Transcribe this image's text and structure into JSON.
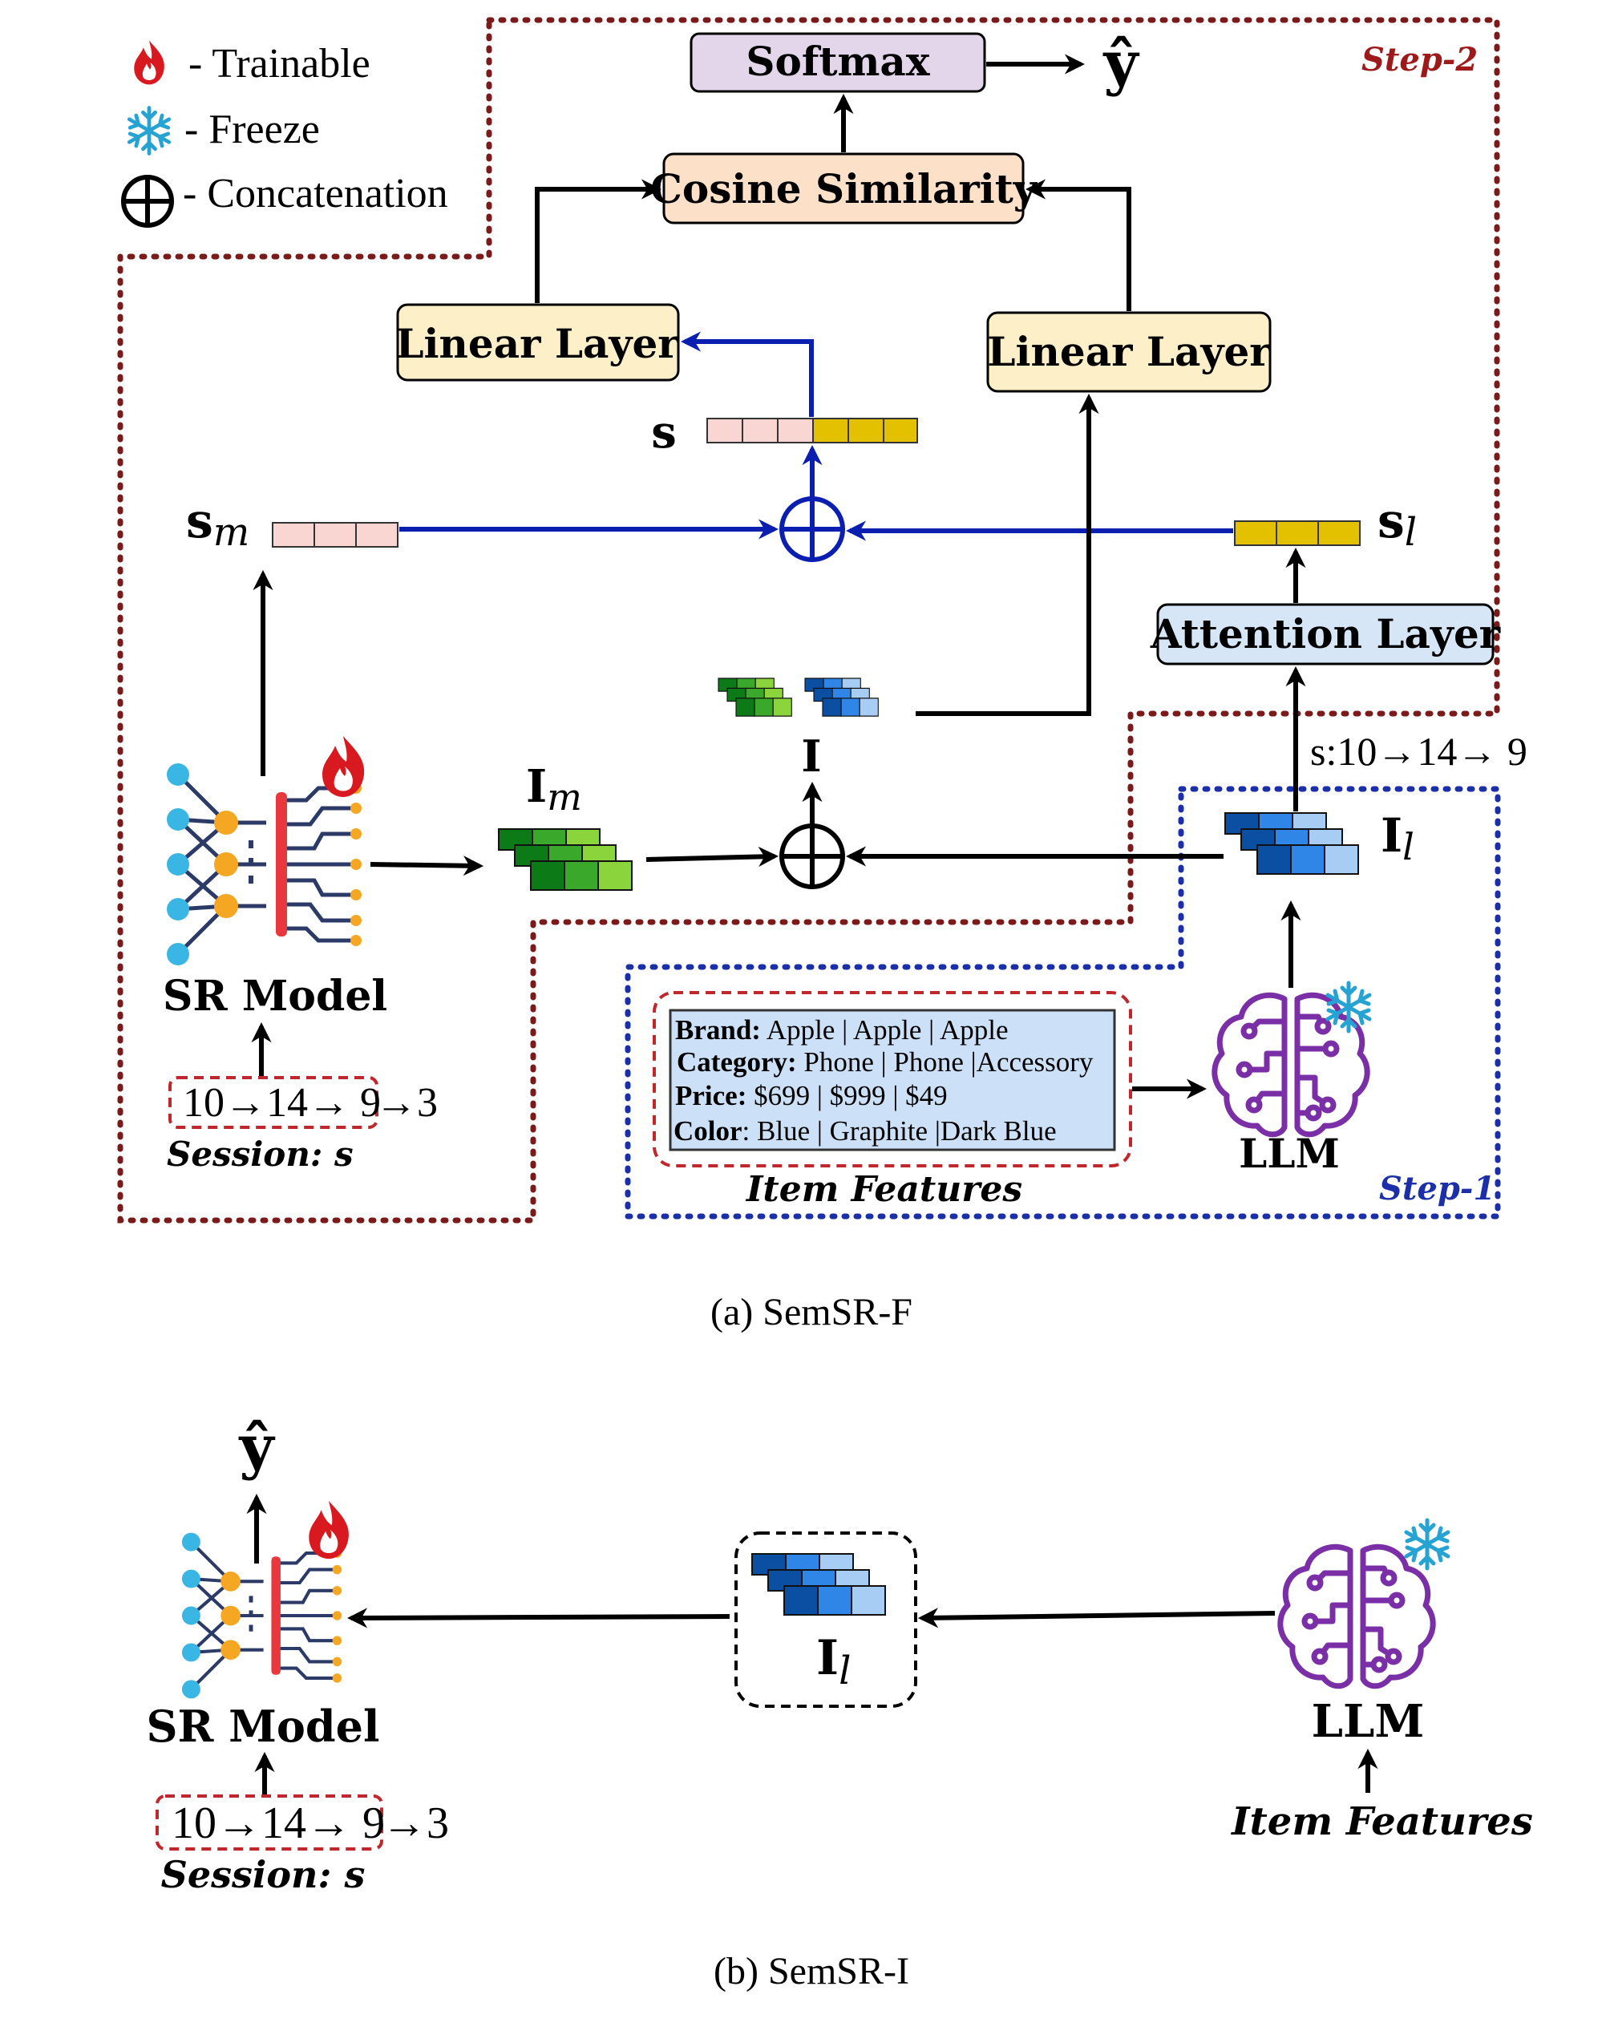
{
  "legend": {
    "trainable": "- Trainable",
    "freeze": "- Freeze",
    "concatenation": "- Concatenation"
  },
  "step2_label": "Step-2",
  "step1_label": "Step-1",
  "softmax": "Softmax",
  "y_hat": "ŷ",
  "cosine_similarity": "Cosine Similarity",
  "linear_layer_left": "Linear Layer",
  "linear_layer_right": "Linear Layer",
  "attention_layer": "Attention Layer",
  "vec_s": "s",
  "vec_sm_base": "s",
  "vec_sm_sub": "m",
  "vec_sl_base": "s",
  "vec_sl_sub": "l",
  "emb_I": "I",
  "emb_Im_base": "I",
  "emb_Im_sub": "m",
  "emb_Il_base": "I",
  "emb_Il_sub": "l",
  "session_llm_label": "s:10→14→ 9",
  "sr_model": "SR Model",
  "session_seq": "10→14→ 9",
  "session_next": "→3",
  "session_label": "Session: s",
  "item_features": {
    "lines": [
      {
        "key": "Brand:",
        "value": " Apple | Apple | Apple"
      },
      {
        "key": "Category:",
        "value": " Phone | Phone |Accessory"
      },
      {
        "key": "Price:",
        "value": " $699 | $999 | $49"
      },
      {
        "key": "Color",
        "value": ": Blue | Graphite |Dark Blue"
      }
    ],
    "caption": "Item Features"
  },
  "llm": "LLM",
  "caption_a": "(a)  SemSR-F",
  "bottom": {
    "y_hat": "ŷ",
    "sr_model": "SR Model",
    "session_seq": "10→14→ 9",
    "session_next": "→3",
    "session_label": "Session: s",
    "emb_Il_base": "I",
    "emb_Il_sub": "l",
    "llm": "LLM",
    "item_features": "Item Features"
  },
  "caption_b": "(b)  SemSR-I",
  "colors": {
    "step2_border": "#7a1a1a",
    "step1_border": "#1a2fa8",
    "concat_blue": "#0a1fb0",
    "softmax_fill": "#e3d6ea",
    "yellow_box_fill": "#fdf0c9",
    "peach_fill": "#fde0c8",
    "attention_fill": "#d6e6f7",
    "features_fill": "#cce0f8",
    "pink_vec": "#f9d6d2",
    "yellow_vec": "#e3c100",
    "flame_red": "#d8191f",
    "snow_blue": "#27a3d3",
    "llm_purple": "#7b2fa6",
    "sr_cyan": "#39b6e3",
    "sr_orange": "#f5a623",
    "sr_red": "#e8383d",
    "sr_navy": "#2b3a67"
  },
  "icons": [
    "flame-icon",
    "snowflake-icon",
    "circled-plus-icon",
    "brain-circuit-icon",
    "neural-network-icon"
  ]
}
